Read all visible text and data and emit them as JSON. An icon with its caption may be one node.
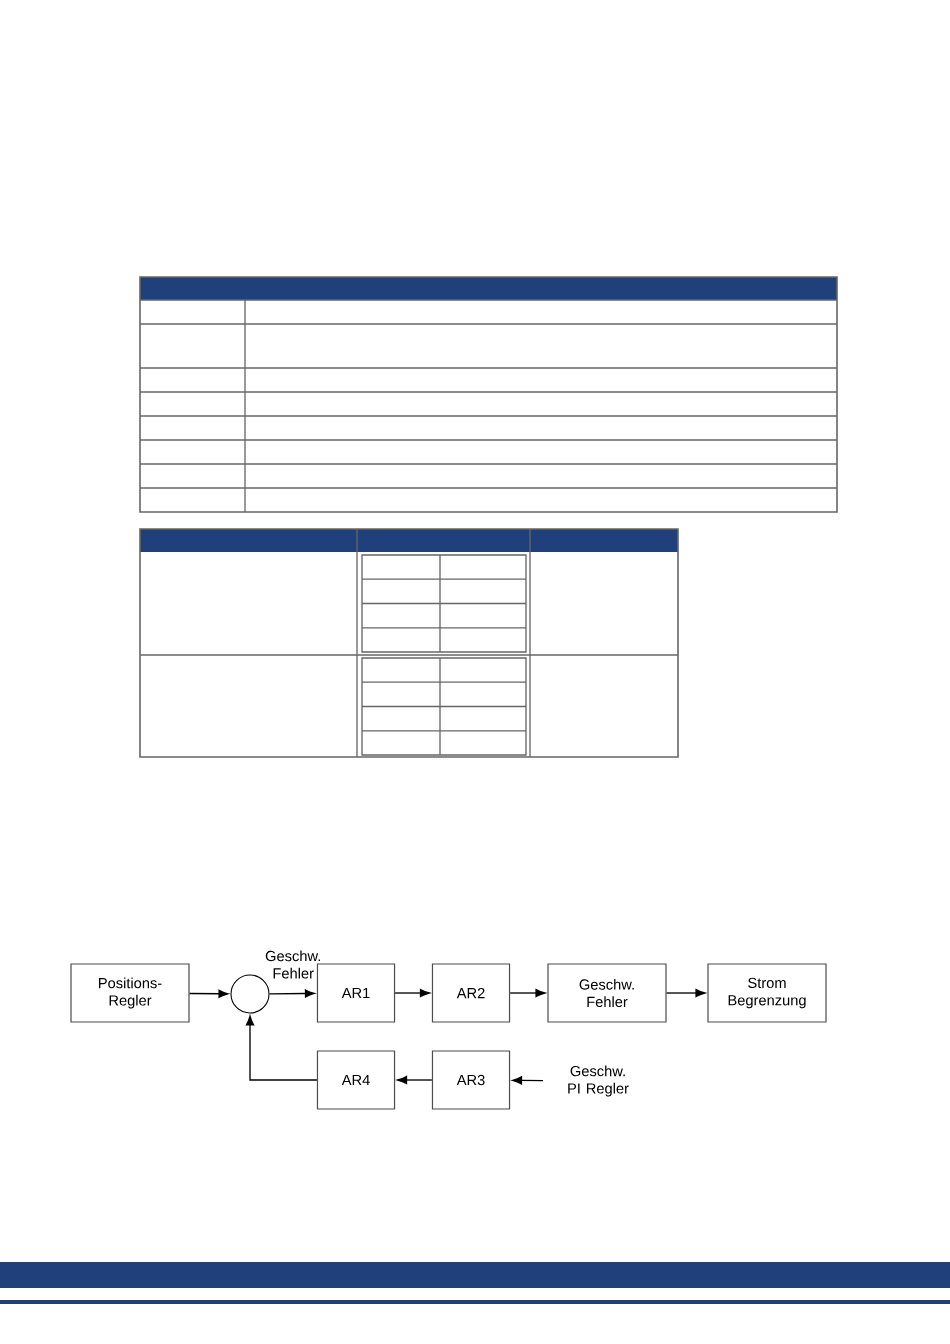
{
  "diagram": {
    "nodes": [
      {
        "text": [
          "Positions- Regler"
        ]
      },
      {
        "text": [],
        "shape": "circle"
      },
      {
        "text": [
          "AR1"
        ]
      },
      {
        "text": [
          "AR2"
        ]
      },
      {
        "text": [
          "Geschw. Fehler"
        ]
      },
      {
        "text": [
          "Strom Begrenzung"
        ]
      },
      {
        "text": [
          "AR4"
        ]
      },
      {
        "text": [
          "AR3"
        ]
      },
      {
        "text": [
          "Geschw. PI Regler"
        ]
      }
    ],
    "edges": [
      {
        "from": 0,
        "to": 1,
        "arrow": "to"
      },
      {
        "from": 1,
        "to": 2,
        "arrow": "to",
        "label": "Geschw. Fehler"
      },
      {
        "from": 2,
        "to": 3,
        "arrow": "to"
      },
      {
        "from": 3,
        "to": 4,
        "arrow": "to"
      },
      {
        "from": 4,
        "to": 5,
        "arrow": "to"
      },
      {
        "from": 8,
        "to": 7,
        "arrow": "to"
      },
      {
        "from": 7,
        "to": 6,
        "arrow": "to"
      },
      {
        "from": 6,
        "to": 1,
        "arrow": "to"
      }
    ]
  }
}
